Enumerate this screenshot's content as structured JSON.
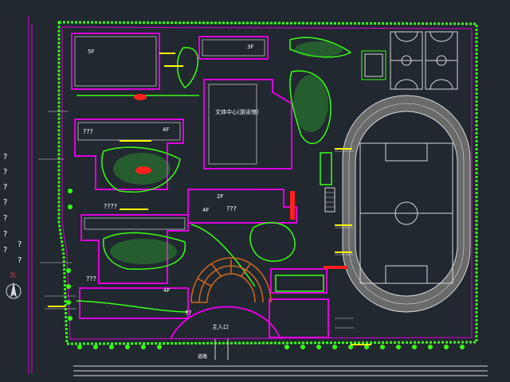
{
  "colors": {
    "background": "#212830",
    "building_outline": "#e000e0",
    "vegetation": "#39ff14",
    "white_line": "#d8d8d8",
    "track_fill": "#6a6a6a",
    "accent_red": "#ff2020",
    "stair_orange": "#d2691e",
    "label_yellow": "#ffff00"
  },
  "left_legend": [
    "?",
    "?",
    "?",
    "?",
    "?",
    "?",
    "?",
    "?",
    "?"
  ],
  "north_label": "北",
  "buildings": {
    "top_left_floors": "5F",
    "top_middle_floors": "3F",
    "gym_label": "文体中心(游泳馆)",
    "classroom_a_label": "???",
    "classroom_a_floors": "4F",
    "classroom_b_label": "????",
    "classroom_b_floors": "4F",
    "classroom_b_label_right": "???",
    "classroom_c_floors": "4F",
    "dorm_label": "???",
    "small_bldg_floors": "2F",
    "bottom_left_label": "??"
  },
  "gate_label": "主入口",
  "road_label": "道路",
  "icons": [
    "north-arrow-icon",
    "basketball-court-icon",
    "soccer-field-icon",
    "tree-icon"
  ]
}
